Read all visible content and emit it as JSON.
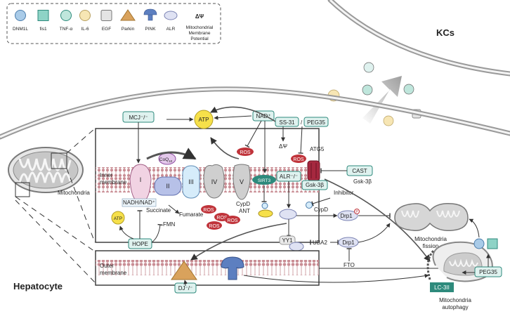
{
  "legend": {
    "items": [
      {
        "label": "DNM1L",
        "icon": "dnm1l-circle-icon"
      },
      {
        "label": "fis1",
        "icon": "fis1-square-icon"
      },
      {
        "label": "TNF-α",
        "icon": "tnf-alpha-circle-icon"
      },
      {
        "label": "IL-6",
        "icon": "il6-circle-icon"
      },
      {
        "label": "EGF",
        "icon": "egf-square-icon"
      },
      {
        "label": "Parkin",
        "icon": "parkin-triangle-icon"
      },
      {
        "label": "PINK",
        "icon": "pink-mushroom-icon"
      },
      {
        "label": "ALR",
        "icon": "alr-oval-icon"
      }
    ],
    "delta_psi": {
      "symbol": "ΔΨ",
      "line1": "Mitochondrial",
      "line2": "Membrane",
      "line3": "Potential"
    }
  },
  "kcs": "KCs",
  "hepatocyte": "Hepatocyte",
  "mitochondria": "Mitochondria",
  "inner_membrane": {
    "line1": "Inner",
    "line2": "membrane"
  },
  "outer_membrane": {
    "line1": "Outer",
    "line2": "membrane"
  },
  "nodes": {
    "mcj": "MCJ⁻/⁻",
    "atp_top": "ATP",
    "nad": "NAD⁺",
    "ss31": "SS-31",
    "slash": "/",
    "peg35_top": "PEG35",
    "delta_psi_small": "ΔΨ",
    "atg5": "ATG5",
    "cast": "CAST",
    "gsk3b_right": "Gsk-3β",
    "gsk3b_box": "Gsk-3β",
    "inhibitor": "Inhibitor",
    "coq": "CoQ",
    "coq_sub": "10",
    "complex_i": "I",
    "complex_ii": "II",
    "complex_iii": "III",
    "complex_iv": "IV",
    "complex_v": "V",
    "sirt3": "SIRT3",
    "alr": "ALR⁻/⁻",
    "cypd_ant": "CypD",
    "ant": "ANT",
    "cypd_right": "CypD",
    "nadh": "NADH/NAD⁺",
    "succinate": "Succinate",
    "fumarate": "Fumarate",
    "fmn": "FMN",
    "atp_left": "ATP",
    "hope": "HOPE",
    "drp1_upper": "Drp1",
    "drp1_upper_p": "P",
    "yy1": "YY1",
    "uba2": "UBA2",
    "drp1_lower": "Drp1",
    "fto": "FTO",
    "dj": "DJ⁻/⁻",
    "lc3": "LC-3II",
    "fission_line1": "Mitochondria",
    "fission_line2": "fission",
    "autophagy_line1": "Mitochondria",
    "autophagy_line2": "autophagy",
    "peg35_right": "PEG35",
    "ros": "ROS"
  },
  "colors": {
    "teal_box": "#dff2ef",
    "teal_stroke": "#2e8a7c",
    "ros_red": "#c0343b",
    "atp_yellow": "#f6e04a",
    "dnm1l_blue": "#a9cbe8",
    "fis1_teal": "#8ed3c6",
    "tnf_teal": "#bfe6dc",
    "il6_cream": "#f7e6b4",
    "egf_grey": "#e4e4e4",
    "parkin_tan": "#d9a25c",
    "pink_blue": "#5d7fc0",
    "alr_lavender": "#dfe2f3",
    "membrane_pink": "#c98d94"
  }
}
